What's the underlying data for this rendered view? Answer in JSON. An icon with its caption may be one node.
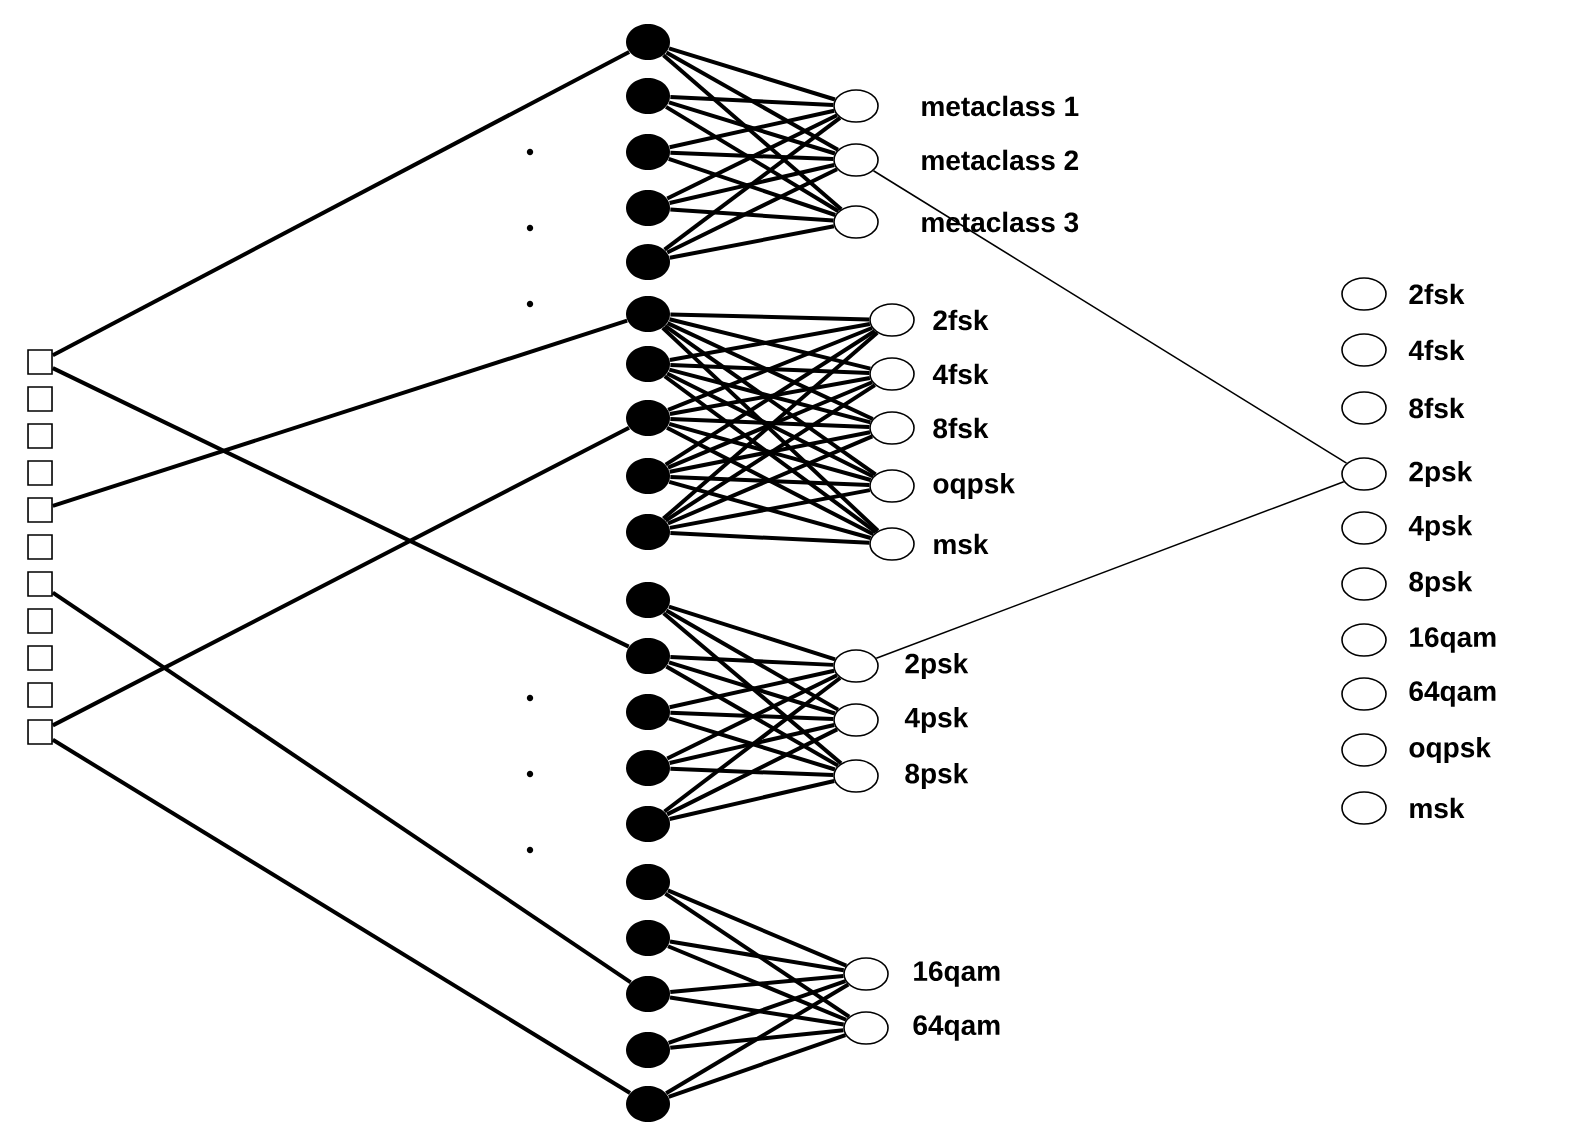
{
  "diagram": {
    "nodes": [
      {
        "text": [],
        "shape": "box"
      },
      {
        "text": [],
        "shape": "box"
      },
      {
        "text": [],
        "shape": "box"
      },
      {
        "text": [],
        "shape": "box"
      },
      {
        "text": [],
        "shape": "box"
      },
      {
        "text": [],
        "shape": "box"
      },
      {
        "text": [],
        "shape": "box"
      },
      {
        "text": [],
        "shape": "box"
      },
      {
        "text": [],
        "shape": "box"
      },
      {
        "text": [],
        "shape": "box"
      },
      {
        "text": [],
        "shape": "box"
      },
      {
        "text": [],
        "shape": "circle"
      },
      {
        "text": [],
        "shape": "circle"
      },
      {
        "text": [],
        "shape": "circle"
      },
      {
        "text": [],
        "shape": "circle"
      },
      {
        "text": [],
        "shape": "circle"
      },
      {
        "text": [],
        "shape": "circle"
      },
      {
        "text": [],
        "shape": "circle"
      },
      {
        "text": [],
        "shape": "circle"
      },
      {
        "text": [],
        "shape": "circle"
      },
      {
        "text": [],
        "shape": "circle"
      },
      {
        "text": [],
        "shape": "circle"
      },
      {
        "text": [],
        "shape": "circle"
      },
      {
        "text": [],
        "shape": "circle"
      },
      {
        "text": [],
        "shape": "circle"
      },
      {
        "text": [],
        "shape": "circle"
      },
      {
        "text": [],
        "shape": "circle"
      },
      {
        "text": [],
        "shape": "circle"
      },
      {
        "text": [],
        "shape": "circle"
      },
      {
        "text": [],
        "shape": "circle"
      },
      {
        "text": [],
        "shape": "circle"
      },
      {
        "text": [
          "metaclass 1"
        ]
      },
      {
        "text": [
          "metaclass 2"
        ]
      },
      {
        "text": [
          "metaclass 3"
        ]
      },
      {
        "text": [
          "2fsk"
        ]
      },
      {
        "text": [
          "4fsk"
        ]
      },
      {
        "text": [
          "8fsk"
        ]
      },
      {
        "text": [
          "oqpsk"
        ]
      },
      {
        "text": [
          "msk"
        ]
      },
      {
        "text": [
          "2psk"
        ]
      },
      {
        "text": [
          "4psk"
        ]
      },
      {
        "text": [
          "8psk"
        ]
      },
      {
        "text": [
          "16qam"
        ]
      },
      {
        "text": [
          "64qam"
        ]
      },
      {
        "text": [
          "2fsk"
        ]
      },
      {
        "text": [
          "4fsk"
        ]
      },
      {
        "text": [
          "8fsk"
        ]
      },
      {
        "text": [
          "2psk"
        ]
      },
      {
        "text": [
          "4psk"
        ]
      },
      {
        "text": [
          "8psk"
        ]
      },
      {
        "text": [
          "16qam"
        ]
      },
      {
        "text": [
          "64qam"
        ]
      },
      {
        "text": [
          "oqpsk"
        ]
      },
      {
        "text": [
          "msk"
        ]
      }
    ],
    "edges": [
      {
        "from": 0,
        "to": 11,
        "arrow": "none"
      },
      {
        "from": 0,
        "to": 22,
        "arrow": "none"
      },
      {
        "from": 4,
        "to": 16,
        "arrow": "none"
      },
      {
        "from": 6,
        "to": 28,
        "arrow": "none"
      },
      {
        "from": 10,
        "to": 18,
        "arrow": "none"
      },
      {
        "from": 10,
        "to": 30,
        "arrow": "none"
      },
      {
        "from": 11,
        "to": 31,
        "arrow": "none"
      },
      {
        "from": 11,
        "to": 32,
        "arrow": "none"
      },
      {
        "from": 11,
        "to": 33,
        "arrow": "none"
      },
      {
        "from": 12,
        "to": 31,
        "arrow": "none"
      },
      {
        "from": 12,
        "to": 32,
        "arrow": "none"
      },
      {
        "from": 12,
        "to": 33,
        "arrow": "none"
      },
      {
        "from": 13,
        "to": 31,
        "arrow": "none"
      },
      {
        "from": 13,
        "to": 32,
        "arrow": "none"
      },
      {
        "from": 13,
        "to": 33,
        "arrow": "none"
      },
      {
        "from": 14,
        "to": 31,
        "arrow": "none"
      },
      {
        "from": 14,
        "to": 32,
        "arrow": "none"
      },
      {
        "from": 14,
        "to": 33,
        "arrow": "none"
      },
      {
        "from": 15,
        "to": 31,
        "arrow": "none"
      },
      {
        "from": 15,
        "to": 32,
        "arrow": "none"
      },
      {
        "from": 15,
        "to": 33,
        "arrow": "none"
      },
      {
        "from": 16,
        "to": 34,
        "arrow": "none"
      },
      {
        "from": 16,
        "to": 35,
        "arrow": "none"
      },
      {
        "from": 16,
        "to": 36,
        "arrow": "none"
      },
      {
        "from": 16,
        "to": 37,
        "arrow": "none"
      },
      {
        "from": 16,
        "to": 38,
        "arrow": "none"
      },
      {
        "from": 17,
        "to": 34,
        "arrow": "none"
      },
      {
        "from": 17,
        "to": 35,
        "arrow": "none"
      },
      {
        "from": 17,
        "to": 36,
        "arrow": "none"
      },
      {
        "from": 17,
        "to": 37,
        "arrow": "none"
      },
      {
        "from": 17,
        "to": 38,
        "arrow": "none"
      },
      {
        "from": 18,
        "to": 34,
        "arrow": "none"
      },
      {
        "from": 18,
        "to": 35,
        "arrow": "none"
      },
      {
        "from": 18,
        "to": 36,
        "arrow": "none"
      },
      {
        "from": 18,
        "to": 37,
        "arrow": "none"
      },
      {
        "from": 18,
        "to": 38,
        "arrow": "none"
      },
      {
        "from": 19,
        "to": 34,
        "arrow": "none"
      },
      {
        "from": 19,
        "to": 35,
        "arrow": "none"
      },
      {
        "from": 19,
        "to": 36,
        "arrow": "none"
      },
      {
        "from": 19,
        "to": 37,
        "arrow": "none"
      },
      {
        "from": 19,
        "to": 38,
        "arrow": "none"
      },
      {
        "from": 20,
        "to": 34,
        "arrow": "none"
      },
      {
        "from": 20,
        "to": 35,
        "arrow": "none"
      },
      {
        "from": 20,
        "to": 36,
        "arrow": "none"
      },
      {
        "from": 20,
        "to": 37,
        "arrow": "none"
      },
      {
        "from": 20,
        "to": 38,
        "arrow": "none"
      },
      {
        "from": 21,
        "to": 39,
        "arrow": "none"
      },
      {
        "from": 21,
        "to": 40,
        "arrow": "none"
      },
      {
        "from": 21,
        "to": 41,
        "arrow": "none"
      },
      {
        "from": 22,
        "to": 39,
        "arrow": "none"
      },
      {
        "from": 22,
        "to": 40,
        "arrow": "none"
      },
      {
        "from": 22,
        "to": 41,
        "arrow": "none"
      },
      {
        "from": 23,
        "to": 39,
        "arrow": "none"
      },
      {
        "from": 23,
        "to": 40,
        "arrow": "none"
      },
      {
        "from": 23,
        "to": 41,
        "arrow": "none"
      },
      {
        "from": 24,
        "to": 39,
        "arrow": "none"
      },
      {
        "from": 24,
        "to": 40,
        "arrow": "none"
      },
      {
        "from": 24,
        "to": 41,
        "arrow": "none"
      },
      {
        "from": 25,
        "to": 39,
        "arrow": "none"
      },
      {
        "from": 25,
        "to": 40,
        "arrow": "none"
      },
      {
        "from": 25,
        "to": 41,
        "arrow": "none"
      },
      {
        "from": 26,
        "to": 42,
        "arrow": "none"
      },
      {
        "from": 26,
        "to": 43,
        "arrow": "none"
      },
      {
        "from": 27,
        "to": 42,
        "arrow": "none"
      },
      {
        "from": 27,
        "to": 43,
        "arrow": "none"
      },
      {
        "from": 28,
        "to": 42,
        "arrow": "none"
      },
      {
        "from": 28,
        "to": 43,
        "arrow": "none"
      },
      {
        "from": 29,
        "to": 42,
        "arrow": "none"
      },
      {
        "from": 29,
        "to": 43,
        "arrow": "none"
      },
      {
        "from": 30,
        "to": 42,
        "arrow": "none"
      },
      {
        "from": 30,
        "to": 43,
        "arrow": "none"
      },
      {
        "from": 32,
        "to": 47,
        "arrow": "none"
      },
      {
        "from": 39,
        "to": 47,
        "arrow": "none"
      }
    ]
  }
}
